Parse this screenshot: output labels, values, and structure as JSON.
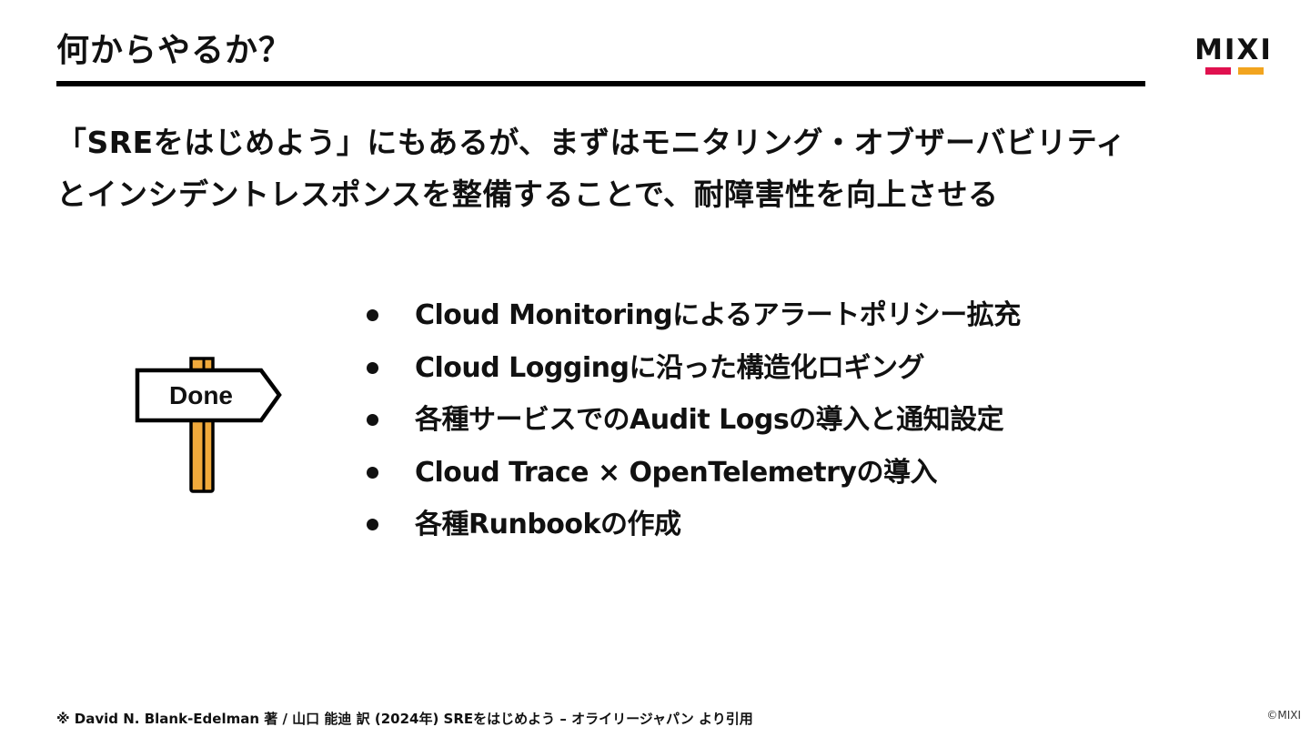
{
  "title": "何からやるか？",
  "logo": {
    "text": "MIXI",
    "colors": {
      "red": "#e0114f",
      "yellow": "#f2a41f"
    }
  },
  "lead": {
    "line1": "「SREをはじめよう」にもあるが、まずはモニタリング・オブザーバビリティ",
    "line2": "とインシデントレスポンスを整備することで、耐障害性を向上させる"
  },
  "signpost": {
    "icon": "signpost-icon",
    "label": "Done",
    "colors": {
      "post": "#f0a93b",
      "outline": "#000000",
      "board": "#ffffff"
    }
  },
  "bullets": [
    "Cloud Monitoringによるアラートポリシー拡充",
    "Cloud Loggingに沿った構造化ロギング",
    "各種サービスでのAudit Logsの導入と通知設定",
    "Cloud Trace × OpenTelemetryの導入",
    "各種Runbookの作成"
  ],
  "footnote": "※ David N. Blank-Edelman 著 / 山口 能迪 訳 (2024年) SREをはじめよう – オライリージャパン より引用",
  "copyright": "©MIXI"
}
